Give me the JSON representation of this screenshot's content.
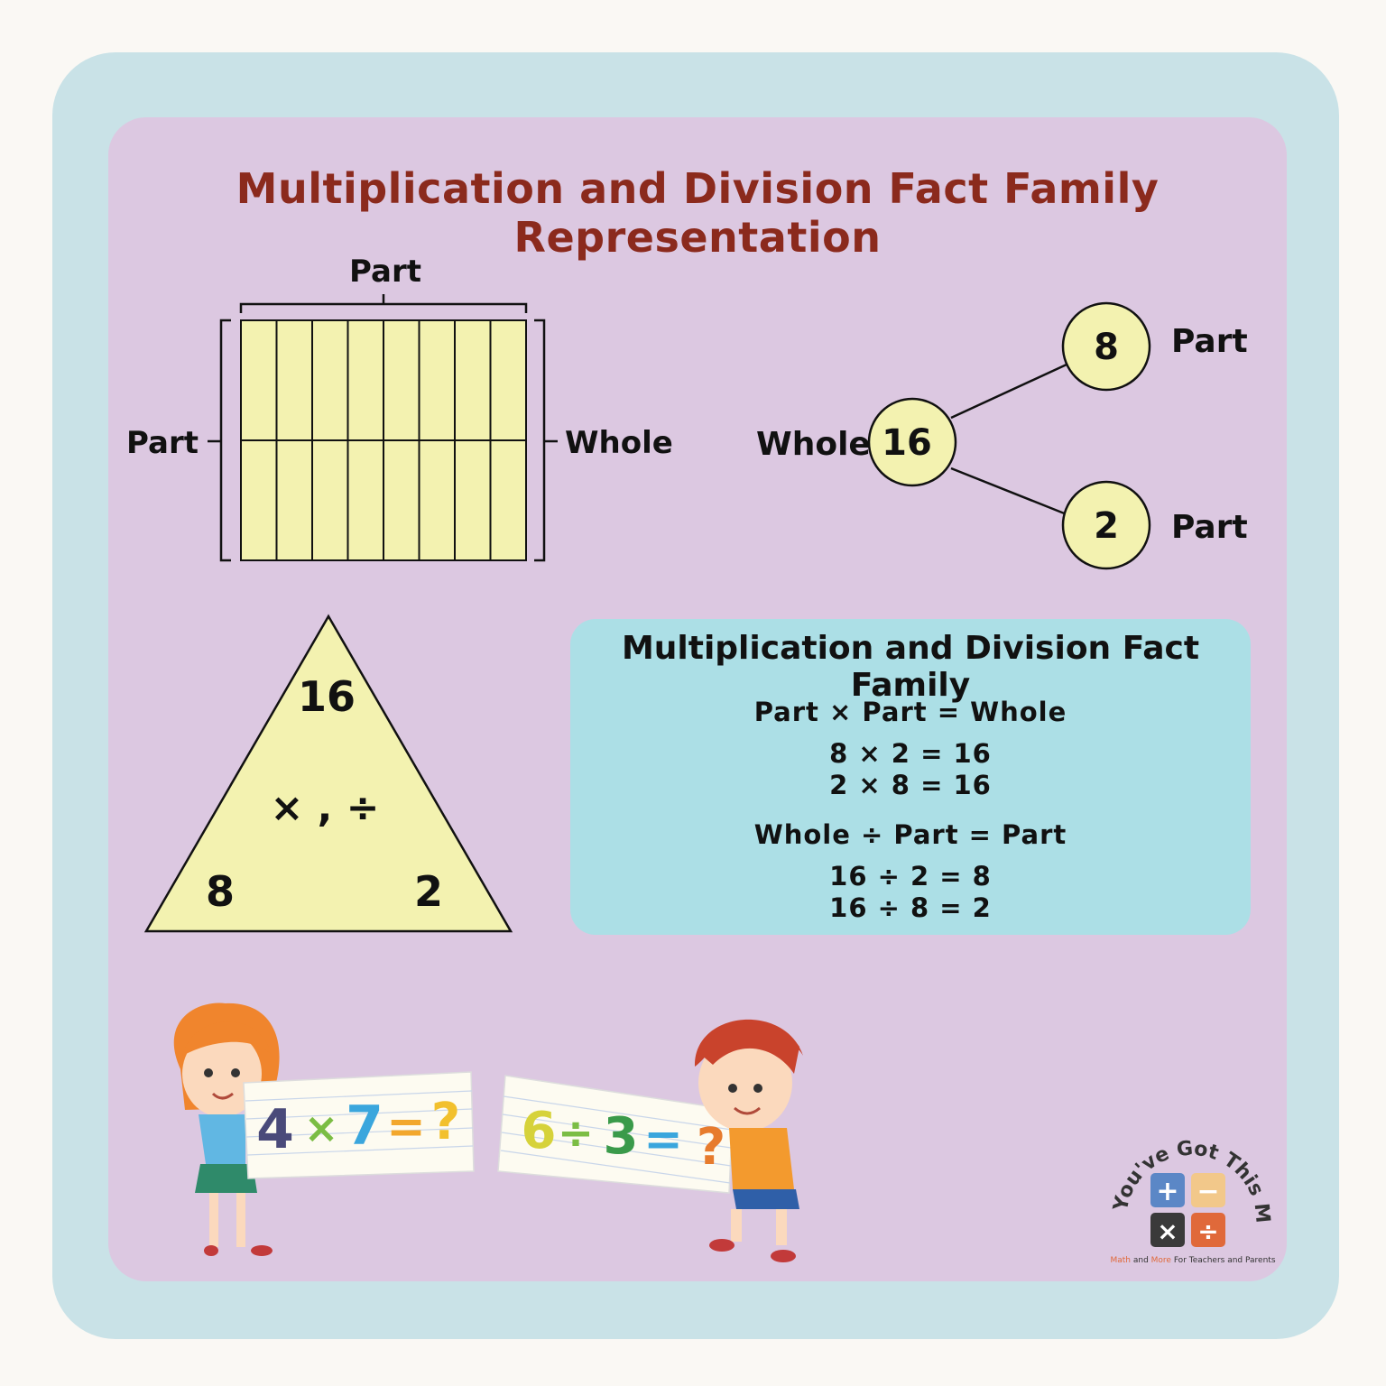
{
  "title": "Multiplication and Division Fact Family Representation",
  "bar_model": {
    "top_label": "Part",
    "left_label": "Part",
    "right_label": "Whole",
    "columns": 8,
    "rows": 2
  },
  "number_bond": {
    "whole_label": "Whole",
    "whole": "16",
    "part_top": "8",
    "part_top_label": "Part",
    "part_bottom": "2",
    "part_bottom_label": "Part"
  },
  "triangle": {
    "top": "16",
    "left": "8",
    "right": "2",
    "center": "× , ÷"
  },
  "fact_family": {
    "title": "Multiplication and Division Fact Family",
    "mult_rule": "Part × Part = Whole",
    "mult_eq1": "8 × 2 = 16",
    "mult_eq2": "2 × 8 = 16",
    "div_rule": "Whole ÷ Part = Part",
    "div_eq1": "16 ÷ 2 = 8",
    "div_eq2": "16 ÷ 8 = 2"
  },
  "cards": {
    "left": {
      "a": "4",
      "op": "×",
      "b": "7",
      "eq": "=",
      "q": "?"
    },
    "right": {
      "a": "6",
      "op": "÷",
      "b": "3",
      "eq": "=",
      "q": "?"
    }
  },
  "logo": {
    "arc_text": "You've Got This Math",
    "tagline_a": "Math",
    "tagline_b": " and ",
    "tagline_c": "More",
    "tagline_d": " For Teachers and Parents"
  },
  "colors": {
    "title": "#8b2a1d",
    "panel": "#dcc8e1",
    "frame": "#c9e2e7",
    "card": "#acdfe6",
    "yellow": "#f3f2b0"
  }
}
